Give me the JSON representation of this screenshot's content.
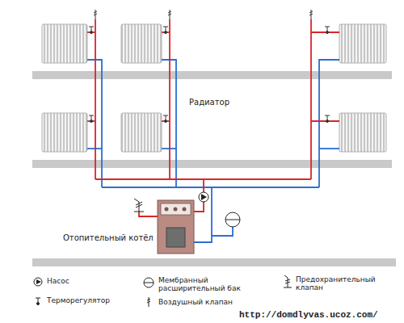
{
  "diagram": {
    "labels": [
      "Радиатор",
      "Отопительный котёл",
      "http://domdlyvas.ucoz.com/"
    ],
    "legend": [
      {
        "text": "Насос"
      },
      {
        "text": "Мембранный расширительный бак"
      },
      {
        "text": "Предохранительный клапан"
      },
      {
        "text": "Терморегулятор"
      },
      {
        "text": "Воздушный клапан"
      }
    ]
  }
}
